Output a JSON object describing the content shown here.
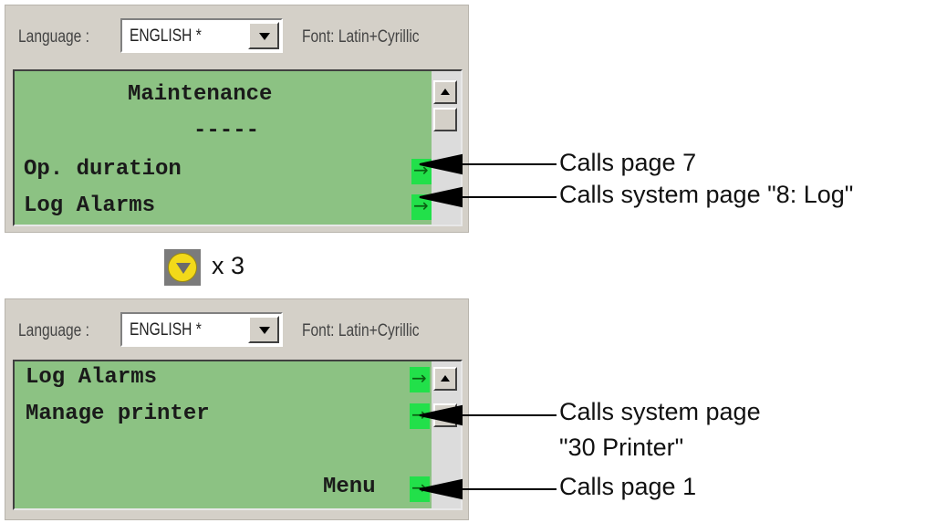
{
  "panel1": {
    "language_label": "Language :",
    "language_value": "ENGLISH *",
    "font_label": "Font: Latin+Cyrillic",
    "lines": [
      "Maintenance",
      "-----",
      "Op. duration",
      "Log Alarms"
    ]
  },
  "panel2": {
    "language_label": "Language :",
    "language_value": "ENGLISH *",
    "font_label": "Font: Latin+Cyrillic",
    "lines": [
      "Log Alarms",
      "Manage printer",
      "Menu"
    ]
  },
  "nav": {
    "icon": "down-arrow-button-icon",
    "repeat": "x 3"
  },
  "annotations": {
    "a1": "Calls page 7",
    "a2": "Calls system page \"8: Log\"",
    "a3_line1": "Calls system page",
    "a3_line2": "\"30 Printer\"",
    "a4": "Calls page 1"
  },
  "colors": {
    "screen": "#8cc283",
    "goto_marker": "#22e04a",
    "nav_button": "#f2d91a"
  }
}
